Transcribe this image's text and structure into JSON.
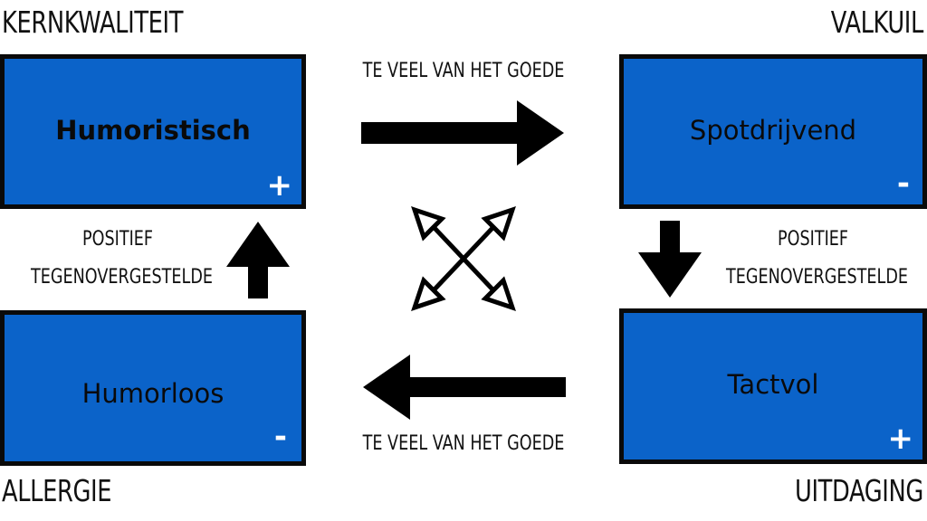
{
  "corners": {
    "top_left": "KERNKWALITEIT",
    "top_right": "VALKUIL",
    "bottom_left": "ALLERGIE",
    "bottom_right": "UITDAGING"
  },
  "boxes": {
    "top_left": {
      "label": "Humoristisch",
      "sign": "+"
    },
    "top_right": {
      "label": "Spotdrijvend",
      "sign": "-"
    },
    "bottom_left": {
      "label": "Humorloos",
      "sign": "-"
    },
    "bottom_right": {
      "label": "Tactvol",
      "sign": "+"
    }
  },
  "captions": {
    "top": "TE VEEL VAN HET GOEDE",
    "bottom": "TE VEEL VAN HET GOEDE",
    "left_line1": "POSITIEF",
    "left_line2": "TEGENOVERGESTELDE",
    "right_line1": "POSITIEF",
    "right_line2": "TEGENOVERGESTELDE"
  },
  "colors": {
    "box_fill": "#0b63c9",
    "box_border": "#0a0a0a",
    "arrow": "#000000",
    "sign": "#ffffff"
  }
}
